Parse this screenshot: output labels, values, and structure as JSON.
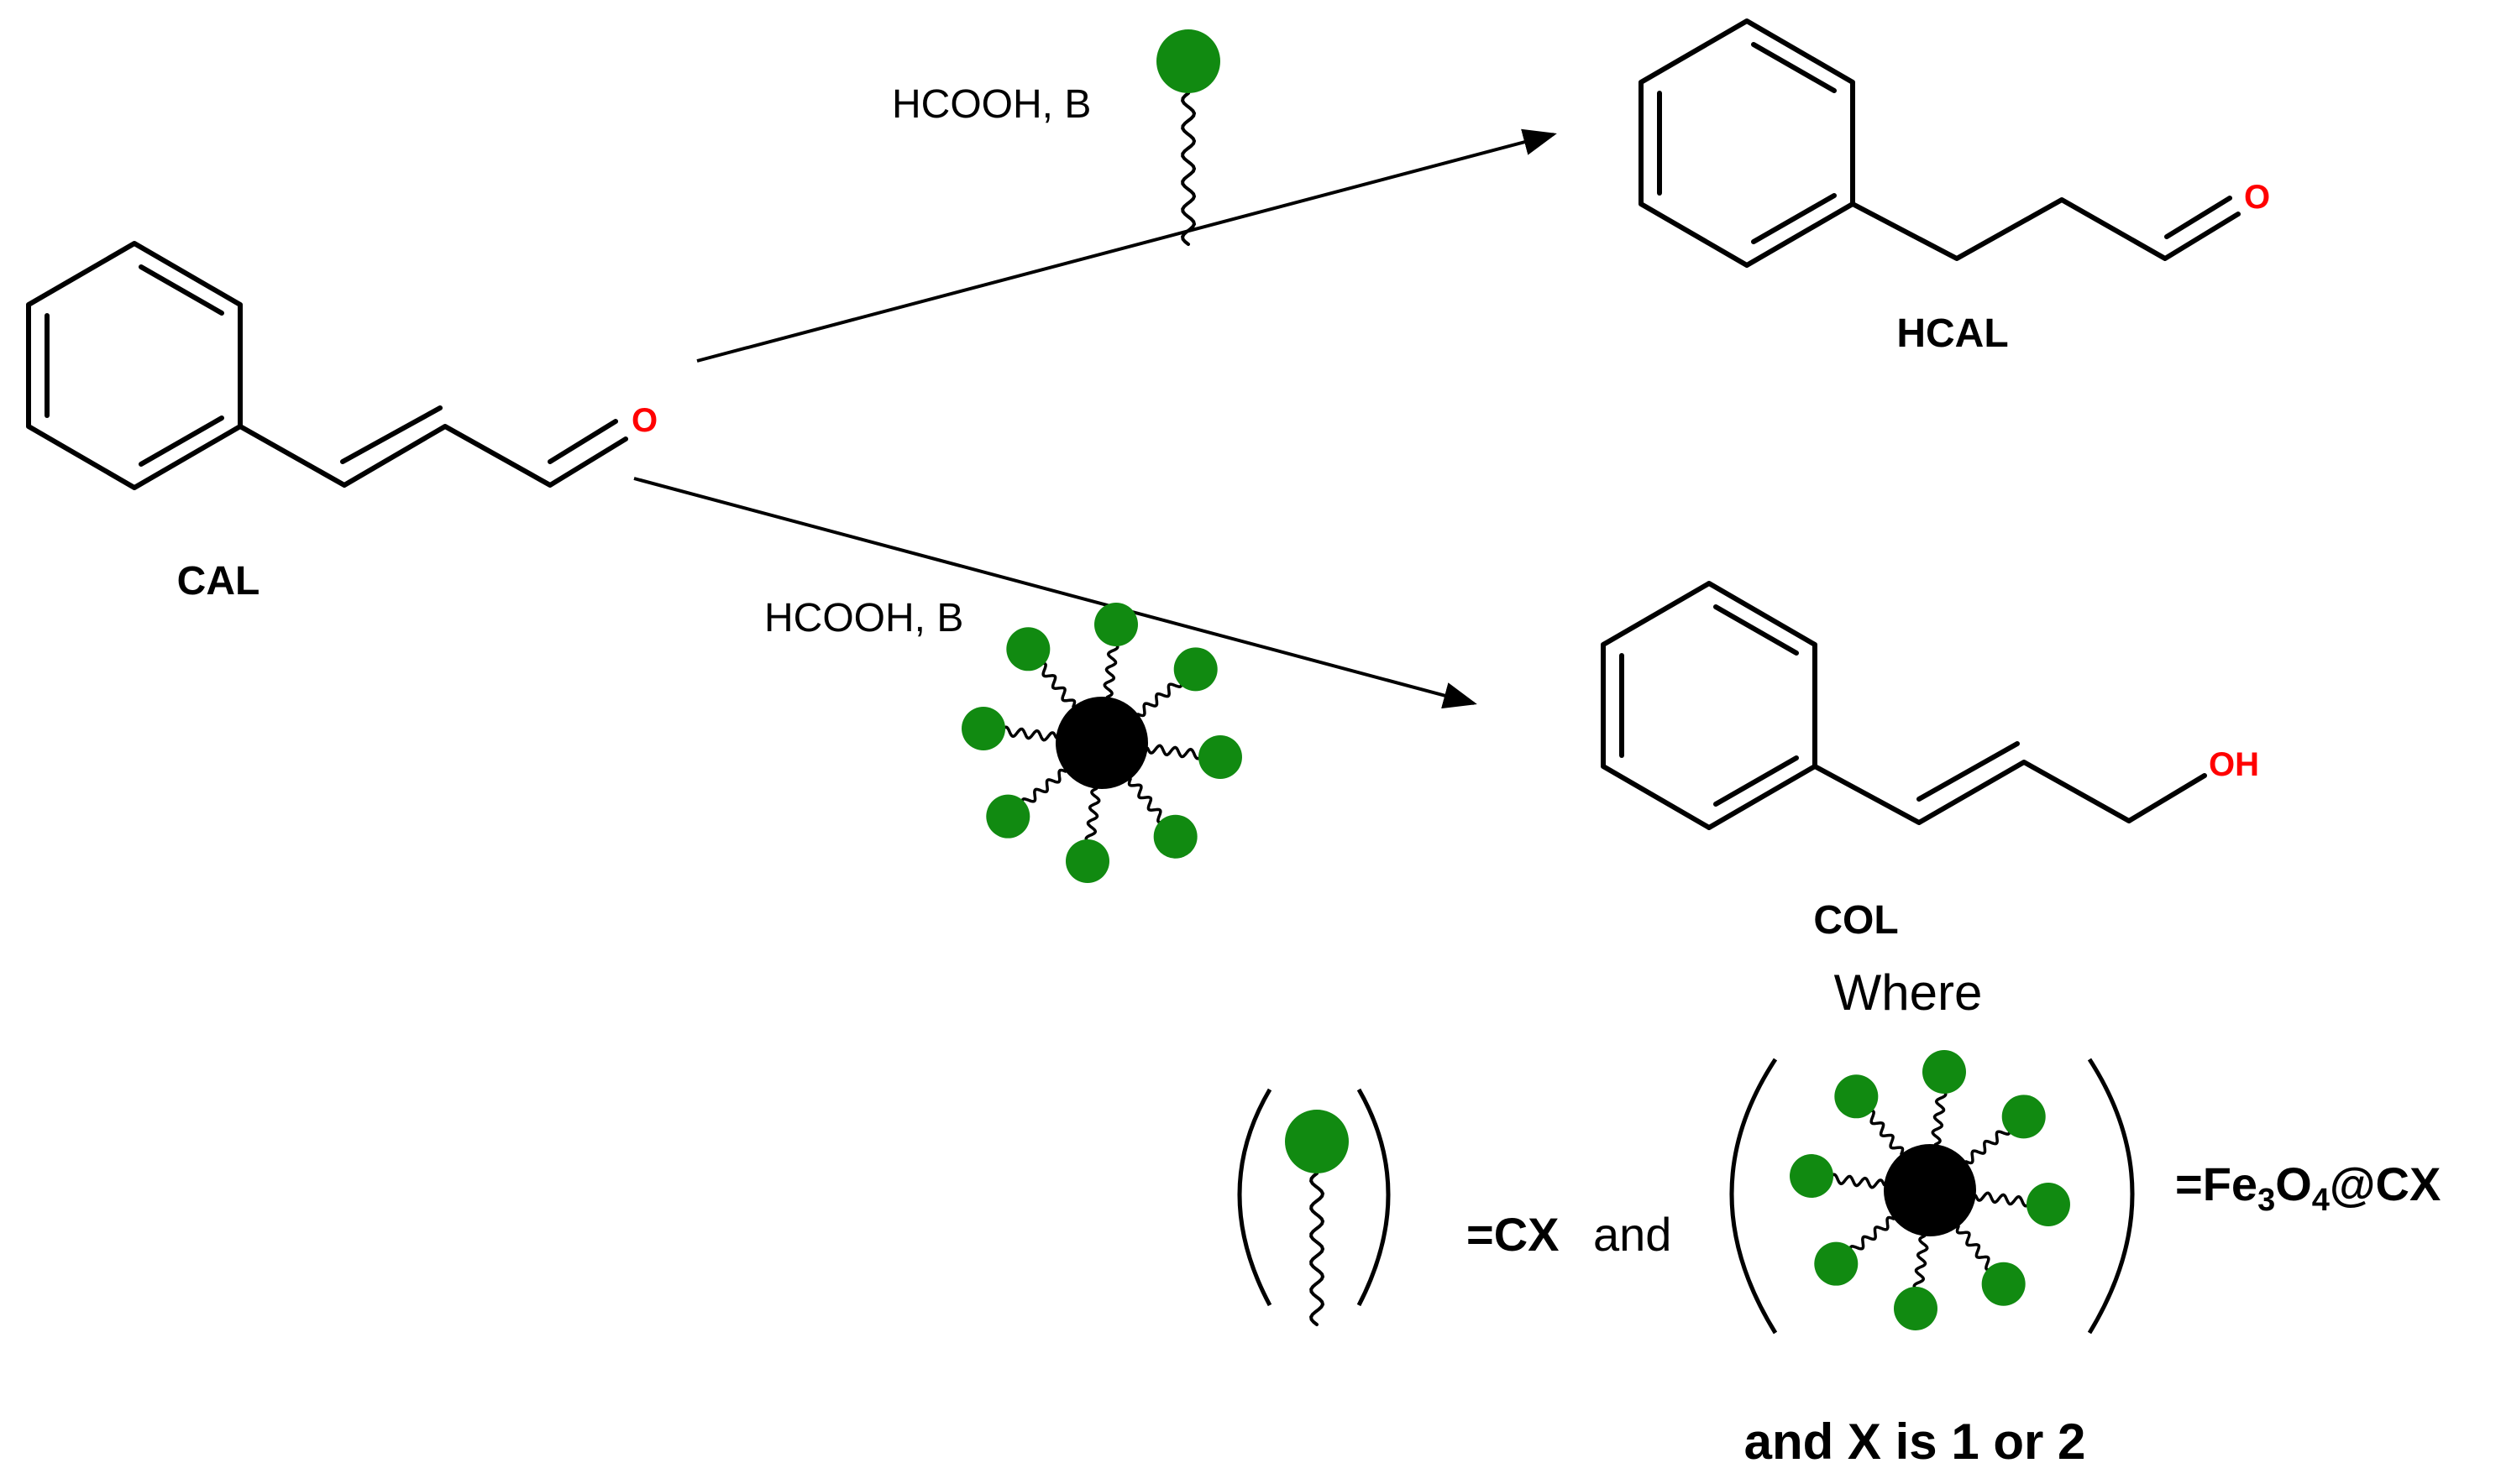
{
  "colors": {
    "bond": "#000000",
    "heteroatom": "#ff0000",
    "catalyst_ligand": "#118a11",
    "catalyst_core": "#000000"
  },
  "compounds": {
    "cal": {
      "name": "CAL",
      "atom": "O"
    },
    "hcal": {
      "name": "HCAL",
      "atom": "O"
    },
    "col": {
      "name": "COL",
      "atom": "OH"
    }
  },
  "reactions": {
    "top": {
      "reagents": "HCOOH, B",
      "catalyst": "CX"
    },
    "bottom": {
      "reagents": "HCOOH, B",
      "catalyst": "Fe3O4@CX"
    }
  },
  "legend": {
    "heading": "Where",
    "cx_eq": "=CX",
    "and_word": "and",
    "fe_eq": "=Fe",
    "fe_sub3": "3",
    "fe_o": "O",
    "fe_sub4": "4",
    "fe_tail": "@CX",
    "footer": "and X is 1 or 2"
  }
}
